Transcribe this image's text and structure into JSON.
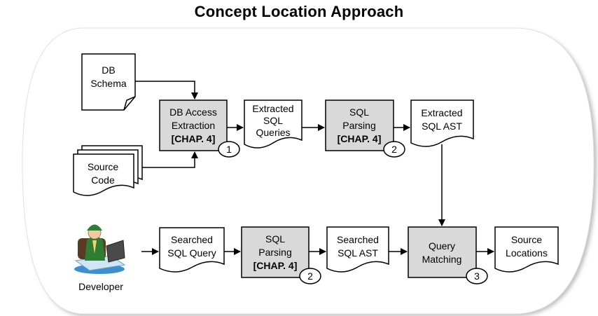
{
  "title": "Concept Location Approach",
  "inputs": {
    "db_schema": [
      "DB",
      "Schema"
    ],
    "source_code": [
      "Source",
      "Code"
    ]
  },
  "processes": {
    "db_access_extraction": {
      "lines": [
        "DB Access",
        "Extraction"
      ],
      "chapter": "[CHAP. 4]",
      "step": "1"
    },
    "sql_parsing_top": {
      "lines": [
        "SQL",
        "Parsing"
      ],
      "chapter": "[CHAP. 4]",
      "step": "2"
    },
    "sql_parsing_bottom": {
      "lines": [
        "SQL",
        "Parsing"
      ],
      "chapter": "[CHAP. 4]",
      "step": "2"
    },
    "query_matching": {
      "lines": [
        "Query",
        "Matching"
      ],
      "step": "3"
    }
  },
  "documents": {
    "extracted_sql_queries": [
      "Extracted",
      "SQL",
      "Queries"
    ],
    "extracted_sql_ast": [
      "Extracted",
      "SQL AST"
    ],
    "searched_sql_query": [
      "Searched",
      "SQL Query"
    ],
    "searched_sql_ast": [
      "Searched",
      "SQL AST"
    ],
    "source_locations": [
      "Source",
      "Locations"
    ]
  },
  "actor": {
    "label": "Developer"
  },
  "colors": {
    "process_fill": "#d9d9d9",
    "stroke": "#000000",
    "panel_shadow": "#cfcfcf"
  }
}
